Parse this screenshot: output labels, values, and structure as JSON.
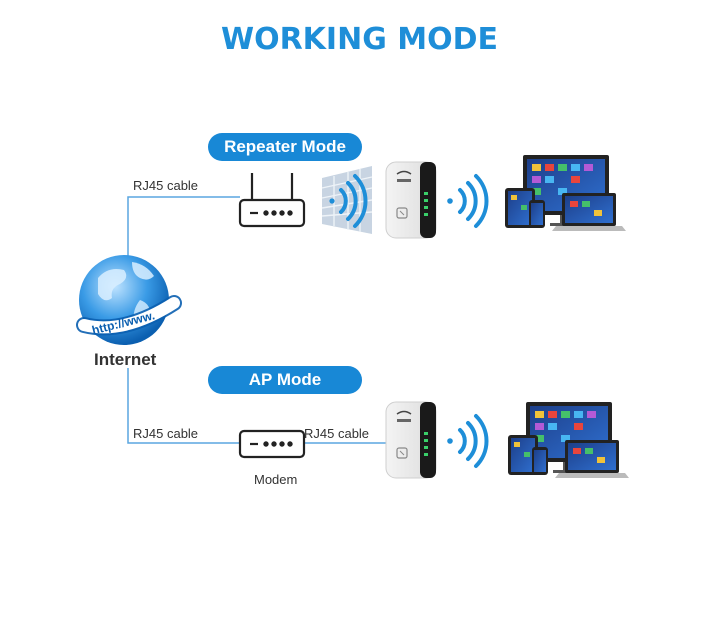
{
  "title": "WORKING MODE",
  "globe_text": "http://www.",
  "internet_label": "Internet",
  "repeater": {
    "mode_label": "Repeater Mode",
    "cable_label": "RJ45 cable"
  },
  "ap": {
    "mode_label": "AP Mode",
    "cable_left_label": "RJ45 cable",
    "cable_right_label": "RJ45 cable",
    "modem_label": "Modem"
  },
  "colors": {
    "accent": "#1888d6",
    "title": "#1e8ed8",
    "line": "#5aa6e0",
    "wifi": "#1e8ed8"
  },
  "icons": [
    "globe-icon",
    "router-icon",
    "wall-icon",
    "wifi-signal-icon",
    "repeater-device-icon",
    "devices-icon",
    "modem-icon"
  ]
}
